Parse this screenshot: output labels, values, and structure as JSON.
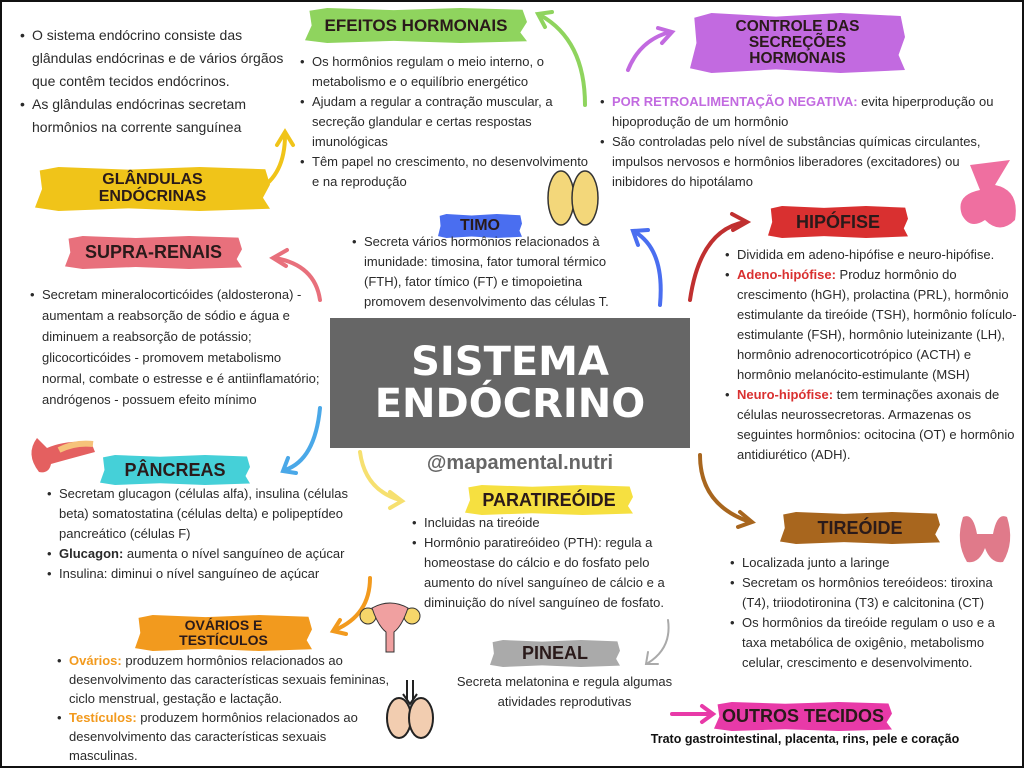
{
  "title": {
    "line1": "SISTEMA",
    "line2": "ENDÓCRINO"
  },
  "handle": "@mapamental.nutri",
  "intro": {
    "items": [
      "O sistema endócrino consiste das glândulas endócrinas e de vários órgãos que contêm tecidos endócrinos.",
      "As glândulas endócrinas secretam hormônios na corrente sanguínea"
    ]
  },
  "glandulas": {
    "line1": "GLÂNDULAS",
    "line2": "ENDÓCRINAS"
  },
  "efeitos": {
    "label": "EFEITOS HORMONAIS",
    "items": [
      "Os hormônios regulam o meio interno, o metabolismo e o equilíbrio energético",
      "Ajudam a regular a contração muscular, a secreção glandular e certas respostas imunológicas",
      "Têm papel no crescimento, no desenvolvimento e na reprodução"
    ]
  },
  "controle": {
    "line1": "CONTROLE DAS",
    "line2": "SECREÇÕES",
    "line3": "HORMONAIS",
    "item1_hl": "POR RETROALIMENTAÇÃO NEGATIVA:",
    "item1_text": " evita hiperprodução ou hipoprodução de um hormônio",
    "item2": " São controladas pelo nível de substâncias químicas circulantes, impulsos nervosos e hormônios liberadores (excitadores) ou inibidores do hipotálamo"
  },
  "timo": {
    "label": "TIMO",
    "items": [
      "Secreta vários hormônios relacionados à imunidade: timosina, fator tumoral térmico (FTH), fator tímico (FT) e timopoietina promovem desenvolvimento das células T."
    ]
  },
  "supra": {
    "label": "SUPRA-RENAIS",
    "items": [
      "Secretam mineralocorticóides (aldosterona) - aumentam a reabsorção de sódio e água e diminuem a reabsorção de potássio; glicocorticóides - promovem metabolismo normal, combate o estresse e é antiinflamatório; andrógenos - possuem efeito mínimo"
    ]
  },
  "hipofise": {
    "label": "HIPÓFISE",
    "item1": "Dividida em adeno-hipófise e neuro-hipófise.",
    "item2_hl": "Adeno-hipófise:",
    "item2_text": " Produz hormônio do crescimento (hGH), prolactina (PRL), hormônio estimulante da tireóide (TSH), hormônio folículo-estimulante (FSH), hormônio luteinizante (LH), hormônio adrenocorticotrópico (ACTH) e hormônio melanócito-estimulante (MSH)",
    "item3_hl": "Neuro-hipófise:",
    "item3_text": " tem terminações axonais de células neurossecretoras. Armazenas os seguintes hormônios: ocitocina (OT) e hormônio antidiurético (ADH)."
  },
  "pancreas": {
    "label": "PÂNCREAS",
    "item1": "Secretam glucagon (células alfa), insulina (células beta) somatostatina (células delta) e polipeptídeo pancreático (células F)",
    "item2_hl": "Glucagon:",
    "item2_text": " aumenta o nível sanguíneo de açúcar",
    "item3": "Insulina: diminui o nível sanguíneo de açúcar"
  },
  "paratireoide": {
    "label": "PARATIREÓIDE",
    "items": [
      "Incluidas na tireóide",
      "Hormônio paratireóideo (PTH): regula a homeostase do cálcio e do fosfato pelo aumento do nível sanguíneo de cálcio e a diminuição do nível sanguíneo de fosfato."
    ]
  },
  "tireoide": {
    "label": "TIREÓIDE",
    "items": [
      "Localizada junto a laringe",
      "Secretam os hormônios tereóideos: tiroxina (T4), triiodotironina (T3) e calcitonina (CT)",
      "Os hormônios da tireóide regulam o uso e a taxa metabólica de oxigênio, metabolismo celular, crescimento e desenvolvimento."
    ]
  },
  "ovarios": {
    "line1": "OVÁRIOS E",
    "line2": "TESTÍCULOS",
    "item1_hl": "Ovários:",
    "item1_text": " produzem hormônios relacionados ao desenvolvimento das características sexuais femininas, ciclo menstrual, gestação e lactação.",
    "item2_hl": "Testículos:",
    "item2_text": " produzem hormônios relacionados ao desenvolvimento das características sexuais masculinas."
  },
  "pineal": {
    "label": "PINEAL",
    "text": "Secreta melatonina e regula algumas atividades reprodutivas"
  },
  "outros": {
    "label": "OUTROS TECIDOS",
    "text": "Trato gastrointestinal, placenta, rins, pele e coração"
  },
  "colors": {
    "efeitos": "#8fd45e",
    "glandulas": "#f0c419",
    "controle": "#c26ae0",
    "timo": "#4a6ef0",
    "supra": "#e8707c",
    "hipofise": "#d93030",
    "pancreas": "#45d0d8",
    "paratireoide": "#f6e040",
    "tireoide": "#a8661e",
    "ovarios": "#f29a1e",
    "pineal": "#aaaaaa",
    "outros": "#e83aa8",
    "center": "#666666"
  }
}
